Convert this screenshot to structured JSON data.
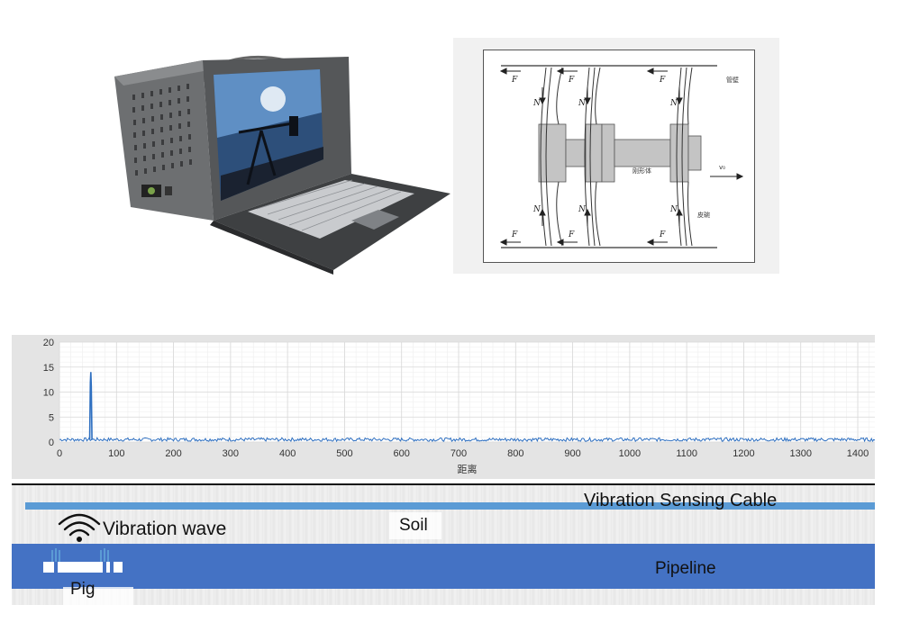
{
  "diagram": {
    "force_label": "F",
    "normal_label": "N",
    "pipe_wall_label": "管壁",
    "rigid_body_label": "刚形体",
    "cup_label": "皮碗",
    "velocity_label": "v₀"
  },
  "chart_data": {
    "type": "line",
    "x_range": [
      0,
      1430
    ],
    "ylim": [
      0,
      20
    ],
    "xticks": [
      0,
      100,
      200,
      300,
      400,
      500,
      600,
      700,
      800,
      900,
      1000,
      1100,
      1200,
      1300,
      1400
    ],
    "yticks": [
      0,
      5,
      10,
      15,
      20
    ],
    "xlabel": "距离",
    "ylabel": "",
    "title": "",
    "grid": true,
    "series": [
      {
        "color": "#2e6fc0",
        "baseline": 0.5,
        "noise_amplitude": 0.35,
        "peak": {
          "x": 55,
          "y": 14
        }
      }
    ]
  },
  "schematic": {
    "cable_label": "Vibration Sensing Cable",
    "wave_label": "Vibration wave",
    "soil_label": "Soil",
    "pipeline_label": "Pipeline",
    "pig_label": "Pig",
    "cable_color": "#5b9bd5",
    "pipeline_color": "#4472c4",
    "wave_icon": "wifi-wave-icon"
  }
}
